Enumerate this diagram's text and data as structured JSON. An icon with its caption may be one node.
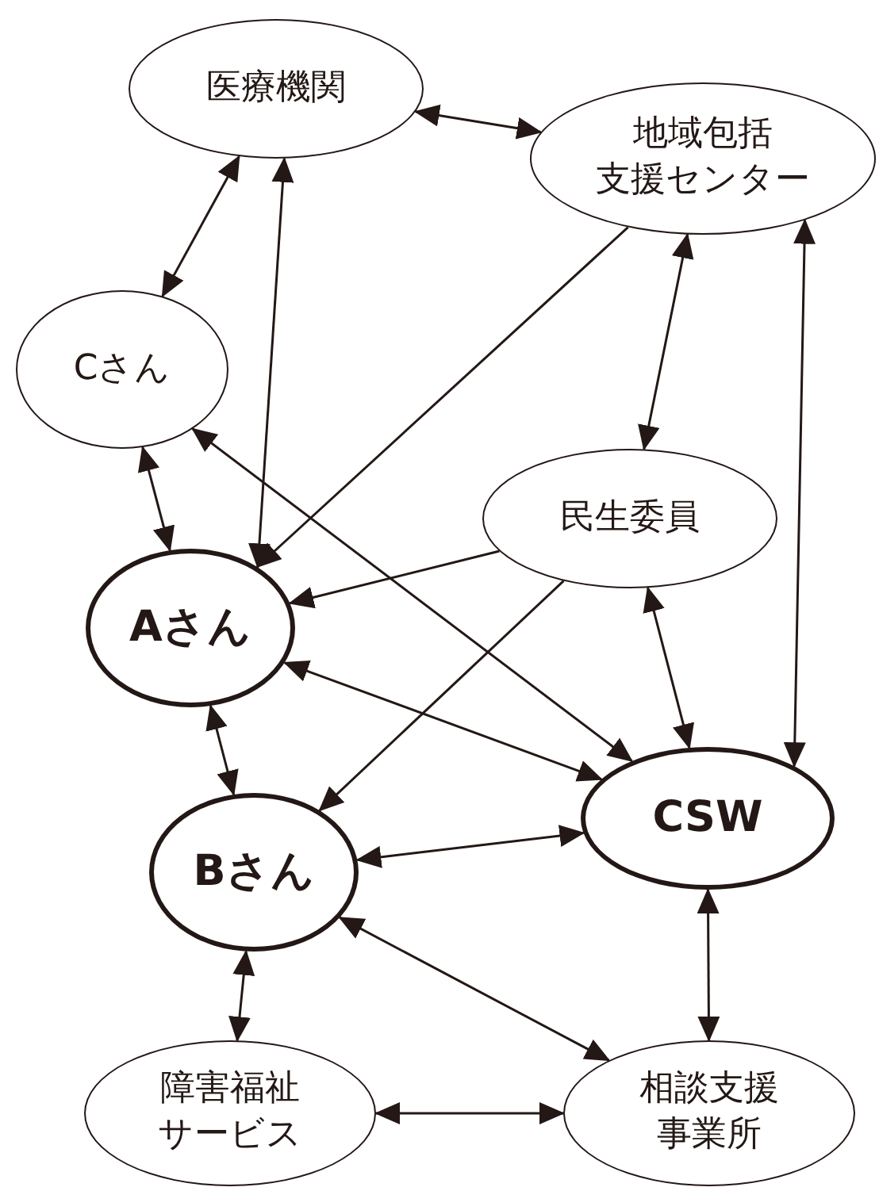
{
  "diagram": {
    "nodes": [
      {
        "text": [
          "医療機関"
        ]
      },
      {
        "text": [
          "地域包括支援センター"
        ]
      },
      {
        "text": [
          "Cさん"
        ]
      },
      {
        "text": [
          "民生委員"
        ]
      },
      {
        "text": [
          "Aさん"
        ]
      },
      {
        "text": [
          "CSW"
        ]
      },
      {
        "text": [
          "Bさん"
        ]
      },
      {
        "text": [
          "障害福祉サービス"
        ]
      },
      {
        "text": [
          "相談支援事業所"
        ]
      }
    ],
    "edges": [
      {
        "from": 0,
        "to": 1,
        "arrow": "both"
      },
      {
        "from": 0,
        "to": 2,
        "arrow": "both"
      },
      {
        "from": 4,
        "to": 0,
        "arrow": "both"
      },
      {
        "from": 1,
        "to": 4,
        "arrow": "to"
      },
      {
        "from": 1,
        "to": 3,
        "arrow": "both"
      },
      {
        "from": 1,
        "to": 5,
        "arrow": "both"
      },
      {
        "from": 2,
        "to": 4,
        "arrow": "both"
      },
      {
        "from": 2,
        "to": 5,
        "arrow": "both"
      },
      {
        "from": 3,
        "to": 4,
        "arrow": "to"
      },
      {
        "from": 3,
        "to": 6,
        "arrow": "to"
      },
      {
        "from": 3,
        "to": 5,
        "arrow": "both"
      },
      {
        "from": 4,
        "to": 5,
        "arrow": "both"
      },
      {
        "from": 4,
        "to": 6,
        "arrow": "both"
      },
      {
        "from": 6,
        "to": 5,
        "arrow": "both"
      },
      {
        "from": 6,
        "to": 8,
        "arrow": "both"
      },
      {
        "from": 6,
        "to": 7,
        "arrow": "both"
      },
      {
        "from": 5,
        "to": 8,
        "arrow": "both"
      },
      {
        "from": 7,
        "to": 8,
        "arrow": "both"
      }
    ]
  }
}
